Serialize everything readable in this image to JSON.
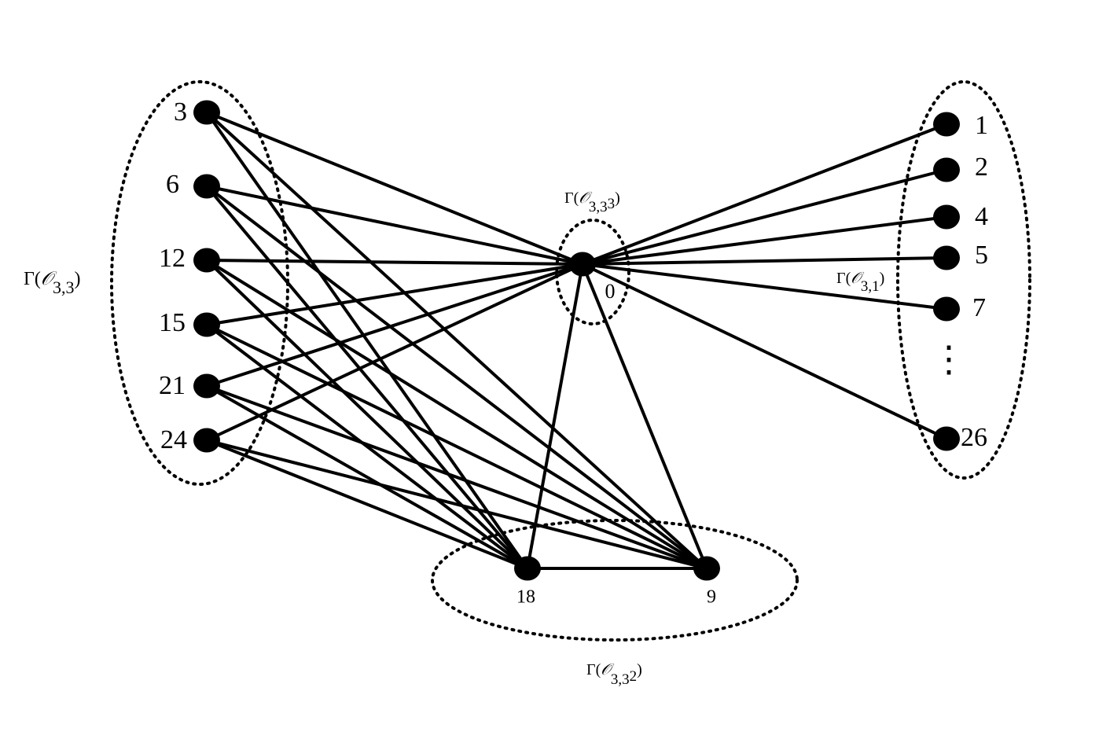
{
  "graph": {
    "vertices": [
      {
        "id": "0",
        "label": "0"
      },
      {
        "id": "1",
        "label": "1"
      },
      {
        "id": "2",
        "label": "2"
      },
      {
        "id": "3",
        "label": "3"
      },
      {
        "id": "4",
        "label": "4"
      },
      {
        "id": "5",
        "label": "5"
      },
      {
        "id": "6",
        "label": "6"
      },
      {
        "id": "7",
        "label": "7"
      },
      {
        "id": "9",
        "label": "9"
      },
      {
        "id": "12",
        "label": "12"
      },
      {
        "id": "15",
        "label": "15"
      },
      {
        "id": "18",
        "label": "18"
      },
      {
        "id": "21",
        "label": "21"
      },
      {
        "id": "24",
        "label": "24"
      },
      {
        "id": "26",
        "label": "26"
      }
    ],
    "edges": [
      [
        "3",
        "0"
      ],
      [
        "3",
        "18"
      ],
      [
        "3",
        "9"
      ],
      [
        "6",
        "0"
      ],
      [
        "6",
        "18"
      ],
      [
        "6",
        "9"
      ],
      [
        "12",
        "0"
      ],
      [
        "12",
        "18"
      ],
      [
        "12",
        "9"
      ],
      [
        "15",
        "0"
      ],
      [
        "15",
        "18"
      ],
      [
        "15",
        "9"
      ],
      [
        "21",
        "0"
      ],
      [
        "21",
        "18"
      ],
      [
        "21",
        "9"
      ],
      [
        "24",
        "0"
      ],
      [
        "24",
        "18"
      ],
      [
        "24",
        "9"
      ],
      [
        "0",
        "1"
      ],
      [
        "0",
        "2"
      ],
      [
        "0",
        "4"
      ],
      [
        "0",
        "5"
      ],
      [
        "0",
        "7"
      ],
      [
        "0",
        "26"
      ],
      [
        "0",
        "18"
      ],
      [
        "0",
        "9"
      ],
      [
        "18",
        "9"
      ]
    ],
    "ellipsis": "⋮",
    "regions": {
      "o33": {
        "gamma": "Γ(",
        "script": "𝒪",
        "sub": "3,3",
        "sup": "",
        "close": ")"
      },
      "o333": {
        "gamma": "Γ(",
        "script": "𝒪",
        "sub": "3,3",
        "sup": "3",
        "close": ")"
      },
      "o31": {
        "gamma": "Γ(",
        "script": "𝒪",
        "sub": "3,1",
        "sup": "",
        "close": ")"
      },
      "o332": {
        "gamma": "Γ(",
        "script": "𝒪",
        "sub": "3,3",
        "sup": "2",
        "close": ")"
      }
    }
  }
}
